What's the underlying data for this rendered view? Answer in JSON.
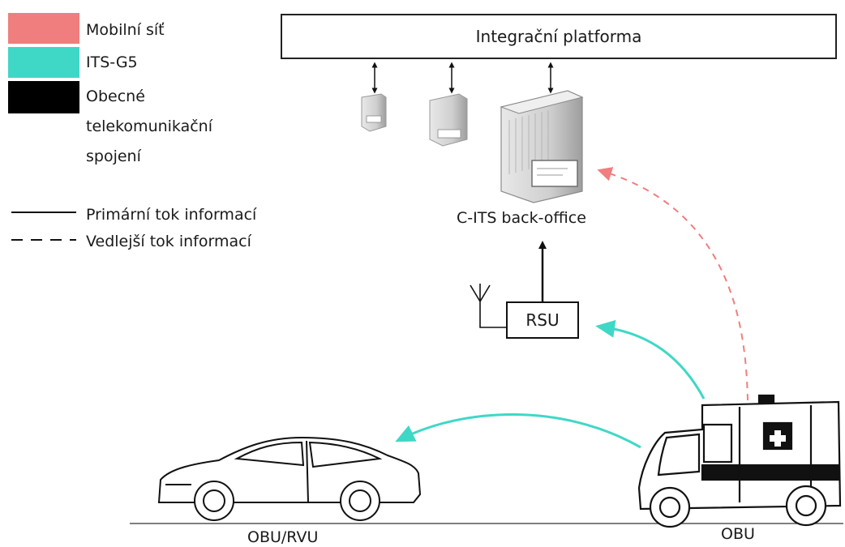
{
  "legend": {
    "items": [
      {
        "label": "Mobilní síť",
        "color": "#f07e7e"
      },
      {
        "label": "ITS-G5",
        "color": "#3fd8c6"
      },
      {
        "label_lines": [
          "Obecné",
          "telekomunikační",
          "spojení"
        ],
        "color": "#000000"
      }
    ],
    "lines": [
      {
        "label": "Primární tok informací",
        "style": "solid"
      },
      {
        "label": "Vedlejší tok informací",
        "style": "dashed"
      }
    ]
  },
  "nodes": {
    "platform": "Integrační platforma",
    "backoffice": "C-ITS back-office",
    "rsu": "RSU",
    "car": "OBU/RVU",
    "ambulance": "OBU"
  },
  "icons": {
    "servers": "server-icon",
    "antenna": "antenna-icon",
    "car": "car-icon",
    "ambulance": "ambulance-icon"
  }
}
